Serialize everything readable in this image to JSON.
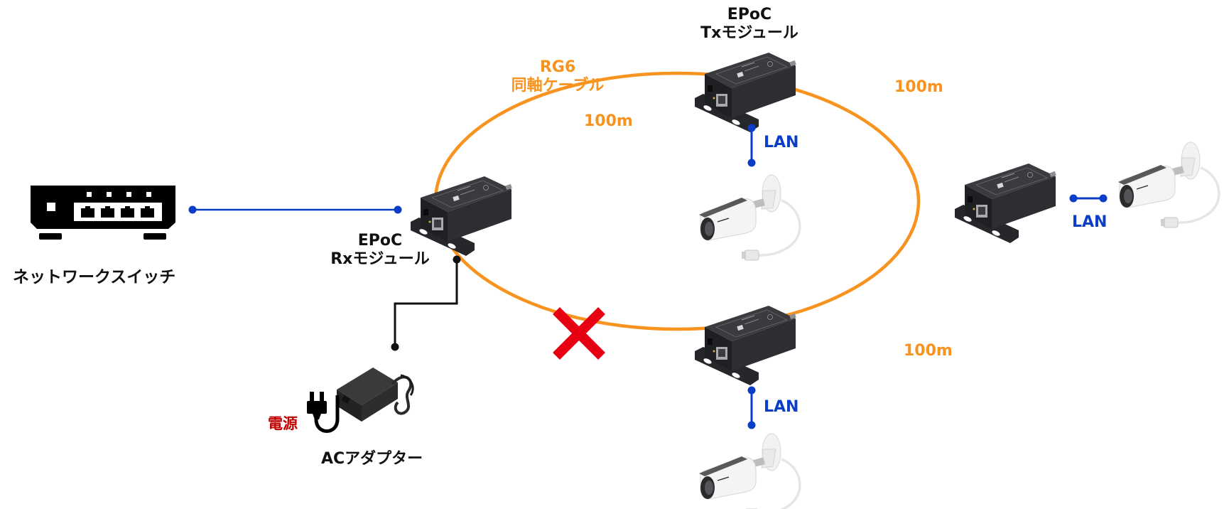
{
  "colors": {
    "coax": "#f7931e",
    "lan": "#0a3dc8",
    "power_line": "#111111",
    "cross": "#e60012",
    "device_body": "#2b2c30",
    "camera_body": "#f1f1f1",
    "label_black": "#111111",
    "label_red": "#c00000"
  },
  "labels": {
    "switch": "ネットワークスイッチ",
    "rx_module_line1": "EPoC",
    "rx_module_line2": "Rxモジュール",
    "tx_module_line1": "EPoC",
    "tx_module_line2": "Txモジュール",
    "cable_line1": "RG6",
    "cable_line2": "同軸ケーブル",
    "distance_top_left": "100m",
    "distance_top_right": "100m",
    "distance_bottom_right": "100m",
    "lan_top": "LAN",
    "lan_right": "LAN",
    "lan_bottom": "LAN",
    "power": "電源",
    "ac_adapter": "ACアダプター"
  },
  "icons": {
    "switch": "network-switch-icon",
    "module": "epoc-module-icon",
    "camera": "bullet-camera-icon",
    "adapter": "ac-adapter-icon",
    "plug": "power-plug-icon",
    "cross": "cross-mark-icon"
  }
}
